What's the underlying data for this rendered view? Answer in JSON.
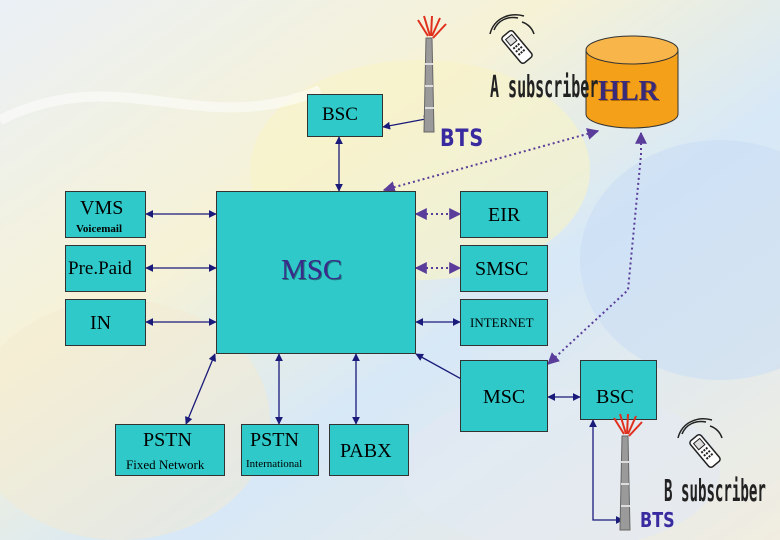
{
  "nodes": {
    "bsc_top": {
      "label": "BSC"
    },
    "hlr": {
      "label": "HLR"
    },
    "a_subscriber": {
      "label": "A subscriber"
    },
    "bts_top": {
      "label": "BTS"
    },
    "vms": {
      "label": "VMS",
      "sublabel": "Voicemail"
    },
    "prepaid": {
      "label": "Pre.Paid"
    },
    "in": {
      "label": "IN"
    },
    "msc_main": {
      "label": "MSC"
    },
    "eir": {
      "label": "EIR"
    },
    "smsc": {
      "label": "SMSC"
    },
    "internet": {
      "label": "INTERNET"
    },
    "msc_right": {
      "label": "MSC"
    },
    "bsc_right": {
      "label": "BSC"
    },
    "pstn_fixed": {
      "label": "PSTN",
      "sublabel": "Fixed Network"
    },
    "pstn_intl": {
      "label": "PSTN",
      "sublabel": "International"
    },
    "pabx": {
      "label": "PABX"
    },
    "b_subscriber": {
      "label": "B subscriber"
    },
    "bts_bottom": {
      "label": "BTS"
    }
  },
  "colors": {
    "box_fill": "#30c9c9",
    "hlr_fill": "#f4a018",
    "line": "#1a1a7a",
    "dashed_line": "#5a3d9a"
  },
  "icons": [
    "antenna-tower-icon",
    "mobile-phone-icon",
    "database-cylinder-icon"
  ]
}
